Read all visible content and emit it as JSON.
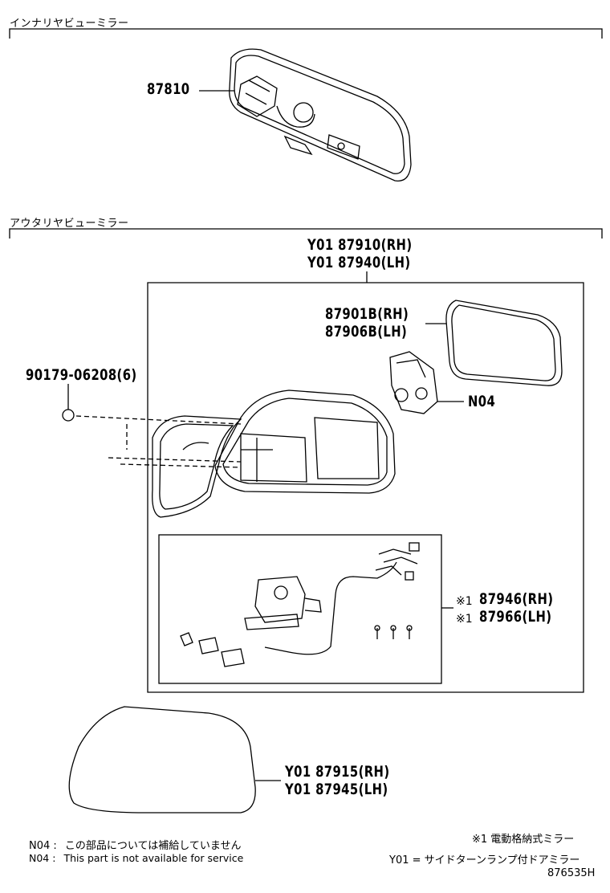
{
  "sections": {
    "interior": {
      "title": "インナリヤビューミラー"
    },
    "outer": {
      "title": "アウタリヤビューミラー"
    }
  },
  "parts": {
    "p87810": "87810",
    "p87910": "Y01 87910(RH)",
    "p87940": "Y01 87940(LH)",
    "p87901b": "87901B(RH)",
    "p87906b": "87906B(LH)",
    "n04": "N04",
    "p90179": "90179-06208(6)",
    "p87946": "87946(RH)",
    "p87966": "87966(LH)",
    "p87946_mark": "※1",
    "p87966_mark": "※1",
    "p87915": "Y01 87915(RH)",
    "p87945": "Y01 87945(LH)"
  },
  "notes": {
    "n04_jp_code": "N04 :",
    "n04_jp_text": "この部品については補給していません",
    "n04_en_code": "N04 :",
    "n04_en_text": "This part is not available for service",
    "mark1": "※1 電動格納式ミラー",
    "y01": "Y01 = サイドターンランプ付ドアミラー",
    "diagram_id": "876535H"
  }
}
